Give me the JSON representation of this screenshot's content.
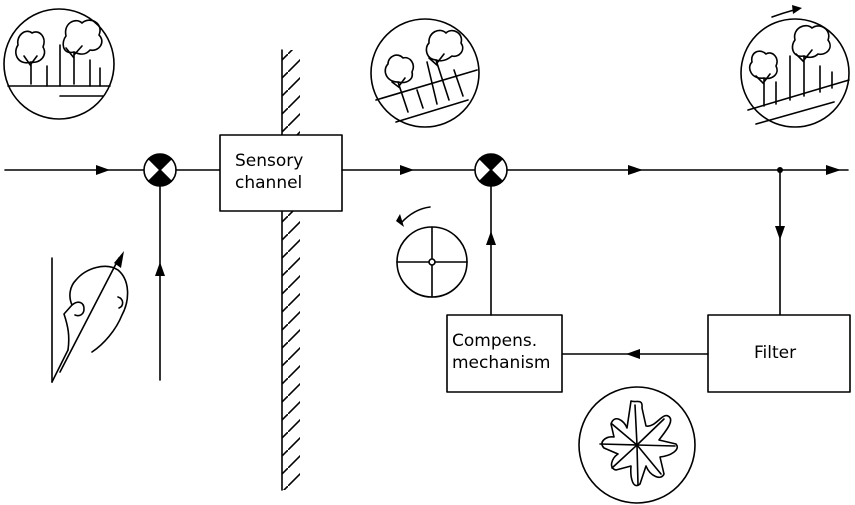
{
  "diagram": {
    "blocks": {
      "sensory_channel": {
        "line1": "Sensory",
        "line2": "channel"
      },
      "compensation": {
        "line1": "Compens.",
        "line2": "mechanism"
      },
      "filter": {
        "label": "Filter"
      }
    },
    "stroke_color": "#000000",
    "background_color": "#ffffff",
    "pictograms": [
      "upright-landscape-icon",
      "tilted-landscape-icon",
      "corrected-landscape-icon",
      "head-tilt-icon",
      "rotation-dial-icon",
      "orientation-rosette-icon"
    ]
  }
}
